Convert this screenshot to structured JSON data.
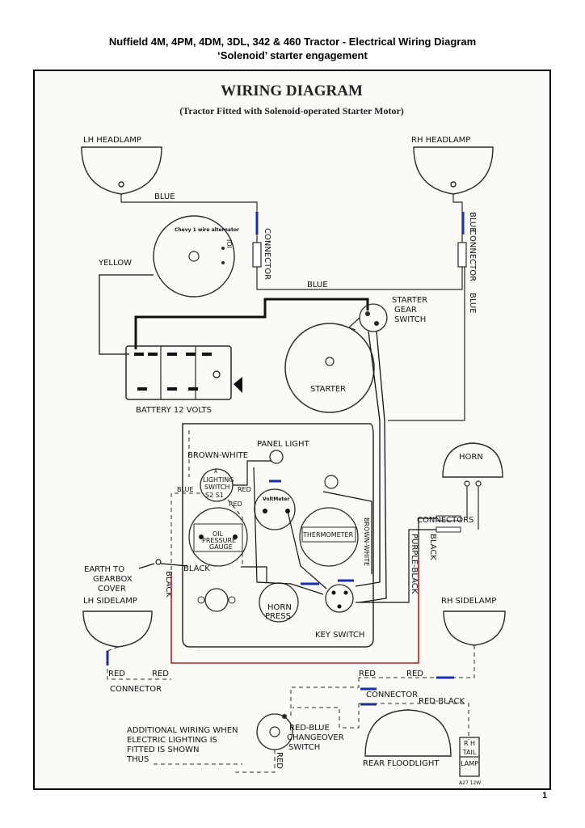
{
  "page": {
    "title_line1": "Nuffield 4M, 4PM, 4DM, 3DL, 342 & 460 Tractor - Electrical Wiring Diagram",
    "title_line2": "‘Solenoid’ starter engagement",
    "page_number": "1"
  },
  "diagram": {
    "heading": "WIRING DIAGRAM",
    "subheading": "(Tractor Fitted with Solenoid-operated Starter Motor)",
    "components": {
      "lh_headlamp": "LH HEADLAMP",
      "rh_headlamp": "RH HEADLAMP",
      "alternator": "Chevy 1 wire alternator",
      "alternator_mark": "IOI",
      "battery": "BATTERY 12 VOLTS",
      "starter": "STARTER",
      "starter_gear_switch_1": "STARTER",
      "starter_gear_switch_2": "GEAR",
      "starter_gear_switch_3": "SWITCH",
      "panel_light": "PANEL LIGHT",
      "lighting_switch_1": "A",
      "lighting_switch_2": "LIGHTING",
      "lighting_switch_3": "SWITCH",
      "lighting_switch_4": "S2 S1",
      "voltmeter": "VoltMeter",
      "oil_pressure_gauge_1": "OIL",
      "oil_pressure_gauge_2": "PRESSURE",
      "oil_pressure_gauge_3": "GAUGE",
      "thermometer": "THERMOMETER",
      "horn": "HORN",
      "horn_press_1": "HORN",
      "horn_press_2": "PRESS",
      "key_switch": "KEY SWITCH",
      "lh_sidelamp": "LH SIDELAMP",
      "rh_sidelamp": "RH SIDELAMP",
      "earth_1": "EARTH TO",
      "earth_2": "GEARBOX",
      "earth_3": "COVER",
      "connectors": "CONNECTORS",
      "connector_left": "CONNECTOR",
      "connector_right": "CONNECTOR",
      "connector_lh_vertical": "CONNECTOR",
      "connector_rh_vertical": "CONNECTOR",
      "changeover_switch_1": "RED-BLUE",
      "changeover_switch_2": "CHANGEOVER",
      "changeover_switch_3": "SWITCH",
      "rear_floodlight": "REAR FLOODLIGHT",
      "rh_tail_lamp_1": "R H",
      "rh_tail_lamp_2": "TAIL",
      "rh_tail_lamp_3": "LAMP",
      "part_code": "A27 12W",
      "additional_1": "ADDITIONAL WIRING WHEN",
      "additional_2": "ELECTRIC LIGHTING IS",
      "additional_3": "FITTED IS SHOWN",
      "additional_4": "THUS"
    },
    "wire_labels": {
      "blue_top": "BLUE",
      "blue_mid": "BLUE",
      "blue_rh_1": "BLUE",
      "blue_rh_2": "BLUE",
      "yellow": "YELLOW",
      "brown_white_1": "BROWN-WHITE",
      "brown_white_2": "BROWN-WHITE",
      "blue_switch": "BLUE",
      "red_switch_1": "RED",
      "red_switch_2": "RED",
      "black_gauge": "BLACK",
      "black_earth": "BLACK",
      "black_right": "BLACK",
      "purple_black": "PURPLE-BLACK",
      "red_left_1": "RED",
      "red_left_2": "RED",
      "red_right_1": "RED",
      "red_right_2": "RED",
      "red_black": "RED-BLACK",
      "red_vertical": "RED"
    },
    "colors": {
      "wire_black": "#111111",
      "wire_red": "#b52020",
      "wire_blue": "#1a2fb0",
      "ink": "#2a2a2a"
    }
  }
}
